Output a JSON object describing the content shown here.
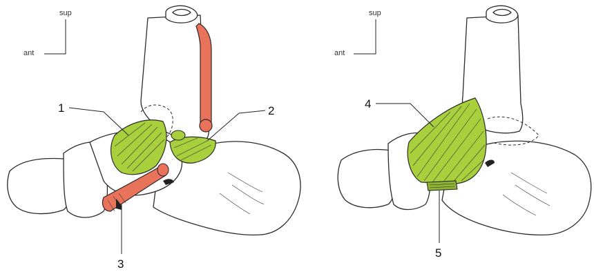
{
  "colors": {
    "ligament_green": "#a8cf3c",
    "ligament_green_dark": "#6b8e1e",
    "tendon_red": "#e8735a",
    "tendon_red_dark": "#b4442c"
  },
  "left_figure": {
    "orientation": {
      "superior": "sup",
      "anterior": "ant"
    },
    "labels": [
      "1",
      "2",
      "3"
    ]
  },
  "right_figure": {
    "orientation": {
      "superior": "sup",
      "anterior": "ant"
    },
    "labels": [
      "4",
      "5"
    ]
  }
}
